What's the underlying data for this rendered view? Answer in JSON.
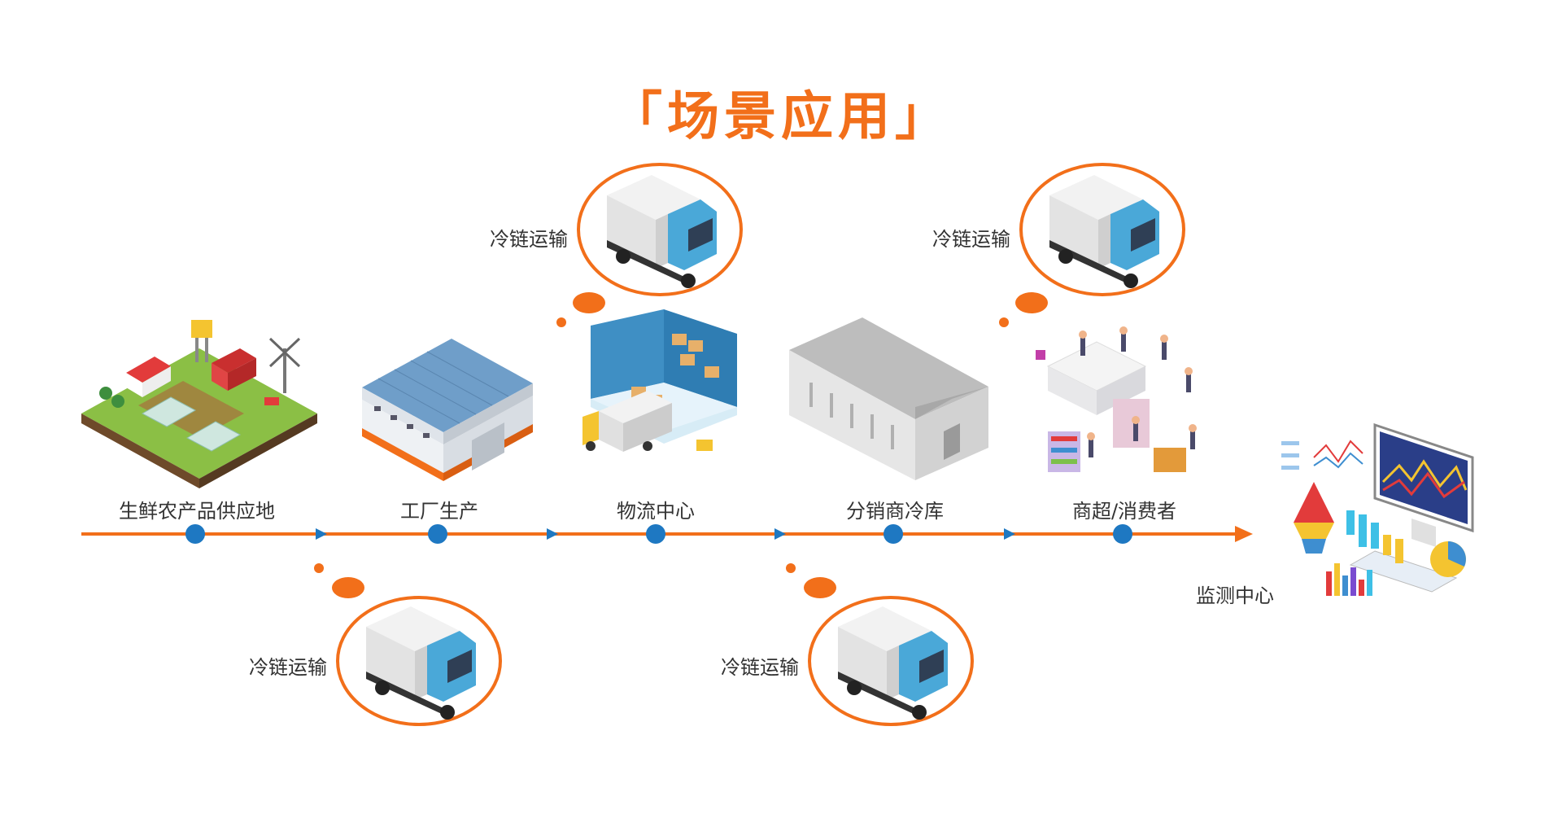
{
  "title": "「场景应用」",
  "colors": {
    "accent": "#f26f1a",
    "node": "#1e78c2",
    "text": "#333333",
    "truck_cab": "#4aa8d8"
  },
  "stages": [
    {
      "label": "生鲜农产品供应地",
      "icon": "farm-illustration"
    },
    {
      "label": "工厂生产",
      "icon": "factory-illustration"
    },
    {
      "label": "物流中心",
      "icon": "warehouse-logistics-illustration"
    },
    {
      "label": "分销商冷库",
      "icon": "cold-storage-illustration"
    },
    {
      "label": "商超/消费者",
      "icon": "supermarket-illustration"
    }
  ],
  "monitor": {
    "label": "监测中心",
    "icon": "data-dashboard-illustration"
  },
  "transports": [
    {
      "label": "冷链运输",
      "icon": "truck-icon"
    },
    {
      "label": "冷链运输",
      "icon": "truck-icon"
    },
    {
      "label": "冷链运输",
      "icon": "truck-icon"
    },
    {
      "label": "冷链运输",
      "icon": "truck-icon"
    }
  ]
}
